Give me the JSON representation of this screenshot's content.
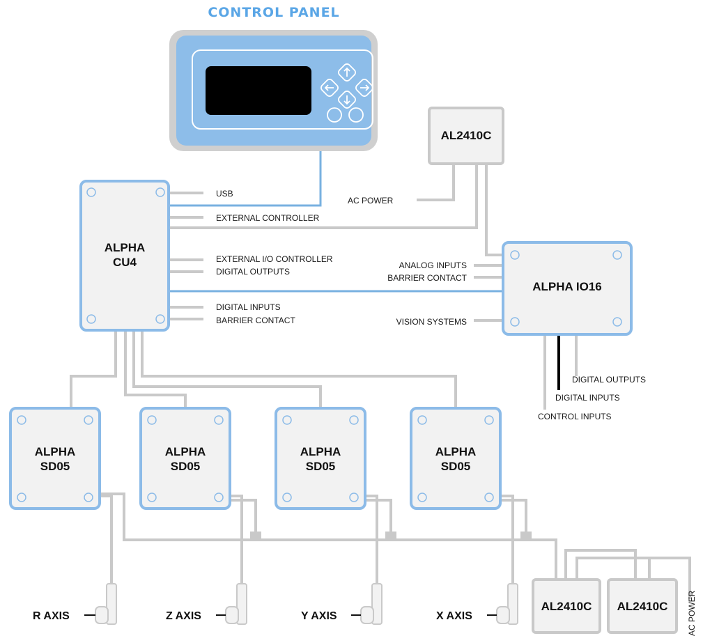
{
  "title": "CONTROL PANEL",
  "colors": {
    "accent": "#5aa6e6",
    "module_border": "#8cbbe8",
    "wire": "#c9c9c9",
    "panel_face": "#8dbde9",
    "panel_frame": "#cfcfcf",
    "display": "#000000"
  },
  "control_panel": {
    "keys": [
      "arrow-up-icon",
      "arrow-left-icon",
      "arrow-right-icon",
      "arrow-down-icon",
      "round-button",
      "round-button"
    ]
  },
  "modules": {
    "cu4": {
      "line1": "ALPHA",
      "line2": "CU4"
    },
    "io16": {
      "label": "ALPHA IO16"
    },
    "sd05": {
      "line1": "ALPHA",
      "line2": "SD05"
    },
    "al_top": {
      "label": "AL2410C"
    },
    "al_bottom_1": {
      "label": "AL2410C"
    },
    "al_bottom_2": {
      "label": "AL2410C"
    }
  },
  "cu4_ports": [
    "USB",
    "EXTERNAL CONTROLLER",
    "EXTERNAL I/O CONTROLLER",
    "DIGITAL OUTPUTS",
    "DIGITAL INPUTS",
    "BARRIER CONTACT"
  ],
  "ac_power_top": "AC POWER",
  "io16_left_ports": [
    "ANALOG INPUTS",
    "BARRIER CONTACT",
    "VISION SYSTEMS"
  ],
  "io16_bottom_ports": [
    "DIGITAL OUTPUTS",
    "DIGITAL INPUTS",
    "CONTROL INPUTS"
  ],
  "axes": [
    "R AXIS",
    "Z AXIS",
    "Y AXIS",
    "X AXIS"
  ],
  "ac_power_side": "AC POWER"
}
